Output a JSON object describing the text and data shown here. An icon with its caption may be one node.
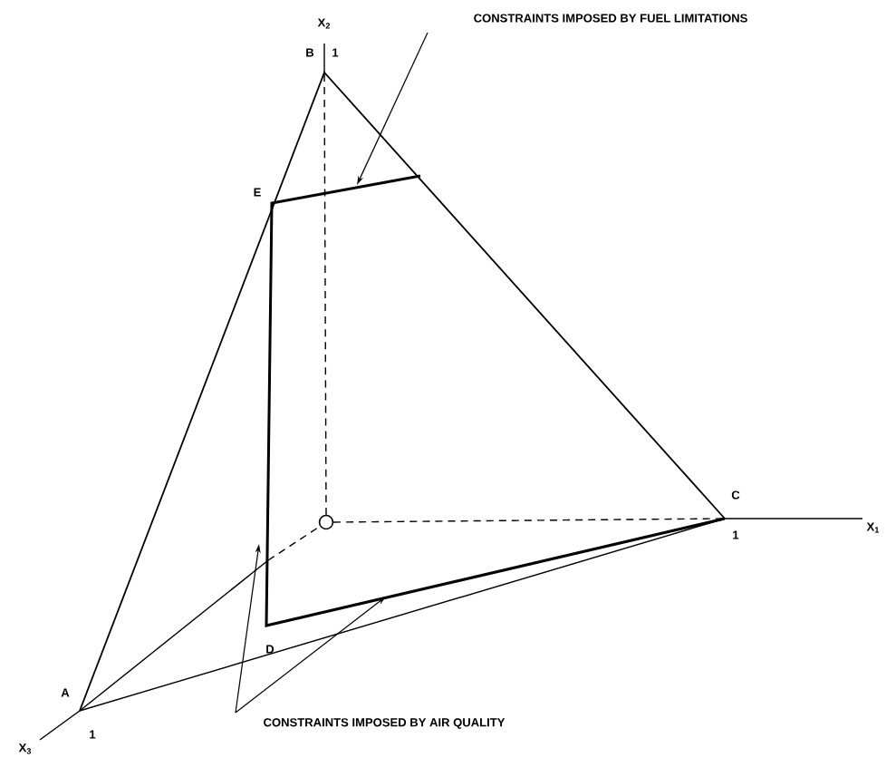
{
  "diagram": {
    "nodes": [
      {
        "text": [
          "CONSTRAINTS IMPOSED BY FUEL LIMITATIONS"
        ]
      },
      {
        "text": [
          "CONSTRAINTS IMPOSED BY AIR QUALITY"
        ]
      }
    ],
    "edges": [
      {
        "from": 0,
        "to": null,
        "arrow": "to"
      },
      {
        "from": 1,
        "to": null,
        "arrow": "to"
      },
      {
        "from": 1,
        "to": null,
        "arrow": "to"
      }
    ],
    "labels": [
      "X$_{2}$",
      "B",
      "1",
      "E",
      "C",
      "1",
      "X$_{1}$",
      "D",
      "A",
      "1",
      "X$_{3}$"
    ]
  }
}
